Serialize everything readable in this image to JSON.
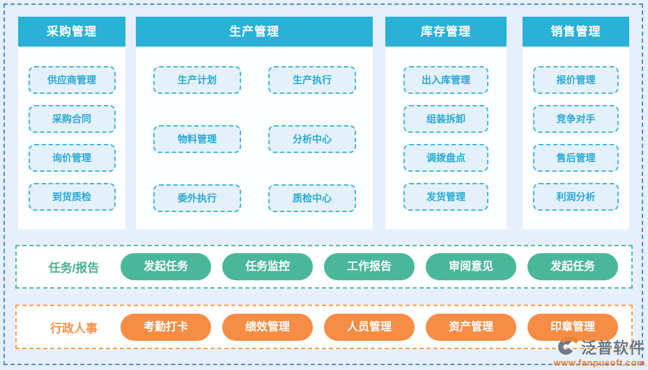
{
  "sections": [
    {
      "title": "采购管理",
      "items": [
        "供应商管理",
        "采购合同",
        "询价管理",
        "到货质检"
      ]
    },
    {
      "title": "生产管理",
      "items": [
        "生产计划",
        "生产执行",
        "物料管理",
        "分析中心",
        "委外执行",
        "质检中心"
      ]
    },
    {
      "title": "库存管理",
      "items": [
        "出入库管理",
        "组装拆卸",
        "调拨盘点",
        "发货管理"
      ]
    },
    {
      "title": "销售管理",
      "items": [
        "报价管理",
        "竞争对手",
        "售后管理",
        "利润分析"
      ]
    }
  ],
  "task_row": {
    "label": "任务/报告",
    "pills": [
      "发起任务",
      "任务监控",
      "工作报告",
      "审阅意见",
      "发起任务"
    ]
  },
  "hr_row": {
    "label": "行政人事",
    "pills": [
      "考勤打卡",
      "绩效管理",
      "人员管理",
      "资产管理",
      "印章管理"
    ]
  },
  "logo": {
    "brand": "泛普软件",
    "website": "www.fanpusoft.com"
  },
  "colors": {
    "page_bg": "#e6effb",
    "outer_border": "#4a90d3",
    "panel_bg": "#fdfeff",
    "header_teal": "#29b1d7",
    "subitem_bg": "#e4f1fa",
    "subitem_border": "#45b5de",
    "subitem_text": "#2aa9d6",
    "green_pill": "#49b89a",
    "green_border": "#4fbc9e",
    "green_label": "#4bb193",
    "orange_pill": "#f78c45",
    "orange_border": "#f7a04b",
    "orange_label": "#f8914c",
    "brand_text": "#6c7989",
    "brand_url": "#ee8233"
  }
}
